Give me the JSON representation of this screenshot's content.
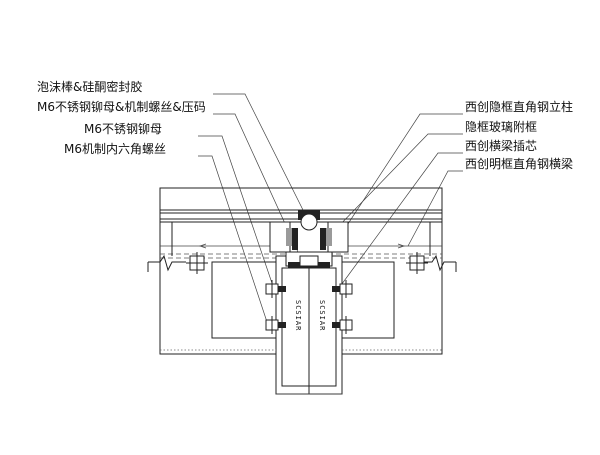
{
  "labels_left": [
    {
      "id": "foam-rod",
      "text": "泡沫棒&硅酮密封胶"
    },
    {
      "id": "rivet-nut-bolt-clip",
      "text": "M6不锈钢铆母&机制螺丝&压码"
    },
    {
      "id": "rivet-nut",
      "text": "M6不锈钢铆母"
    },
    {
      "id": "hex-screw",
      "text": "M6机制内六角螺丝"
    }
  ],
  "labels_right": [
    {
      "id": "hidden-frame-column",
      "text": "西创隐框直角钢立柱"
    },
    {
      "id": "hidden-glass-subframe",
      "text": "隐框玻璃附框"
    },
    {
      "id": "beam-insert",
      "text": "西创横梁插芯"
    },
    {
      "id": "exposed-frame-beam",
      "text": "西创明框直角钢横梁"
    }
  ],
  "stamp_text": {
    "left": "SCSIAR",
    "right": "SCSIAR"
  },
  "colors": {
    "line": "#222222",
    "sealant": "#222222",
    "glass": "#9a9a9a"
  }
}
